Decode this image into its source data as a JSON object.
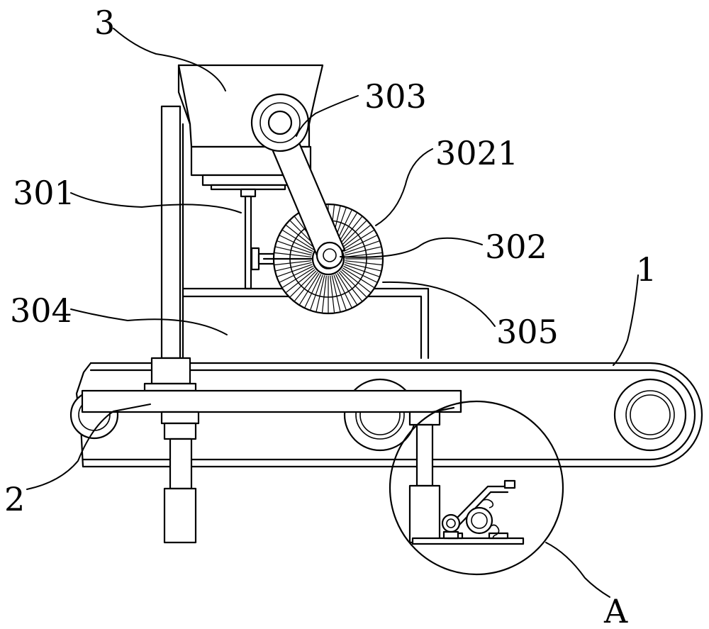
{
  "labels": {
    "l3": "3",
    "l303": "303",
    "l3021": "3021",
    "l301": "301",
    "l302": "302",
    "l1": "1",
    "l304": "304",
    "l305": "305",
    "l2": "2",
    "lA": "A"
  }
}
